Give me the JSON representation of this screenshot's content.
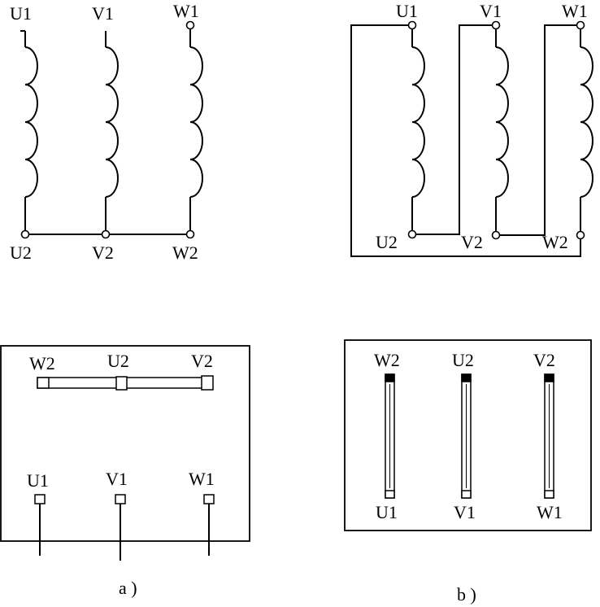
{
  "labels": {
    "u1": "U1",
    "v1": "V1",
    "w1": "W1",
    "u2": "U2",
    "v2": "V2",
    "w2": "W2"
  },
  "captions": {
    "a": "a )",
    "b": "b )"
  }
}
